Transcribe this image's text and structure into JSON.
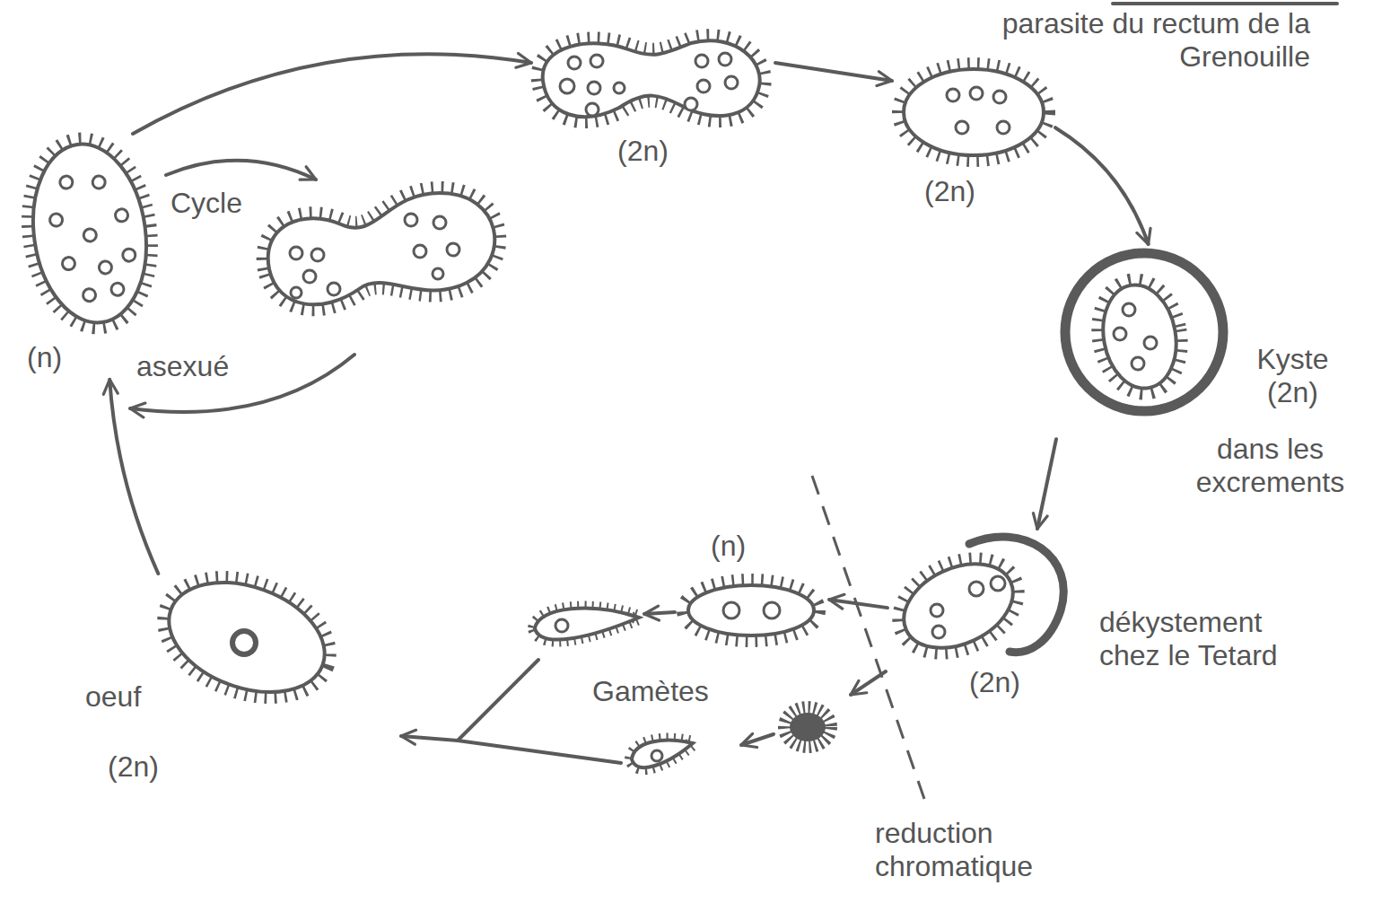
{
  "diagram": {
    "title": "parasite du rectum de la Grenouille",
    "nodes": [
      {
        "text": [
          "(n)"
        ]
      },
      {
        "text": [
          "(2n)"
        ]
      },
      {
        "text": [
          "(2n)"
        ]
      },
      {
        "text": [
          "Kyste (2n)",
          "dans les excrements"
        ]
      },
      {
        "text": [
          "(2n)",
          "dékystement chez le Tetard"
        ]
      },
      {
        "text": [
          "(n)"
        ]
      },
      {
        "text": [
          "oeuf",
          "(2n)"
        ]
      }
    ],
    "edges": [
      {
        "from": 0,
        "to": 1,
        "arrow": "to"
      },
      {
        "from": 1,
        "to": 2,
        "arrow": "to"
      },
      {
        "from": 2,
        "to": 3,
        "arrow": "to"
      },
      {
        "from": 3,
        "to": 4,
        "arrow": "to"
      },
      {
        "from": 4,
        "to": 5,
        "arrow": "to"
      },
      {
        "from": 6,
        "to": 0,
        "arrow": "to"
      }
    ],
    "labels": [
      "Cycle",
      "asexué",
      "Gamètes",
      "reduction chromatique"
    ]
  }
}
